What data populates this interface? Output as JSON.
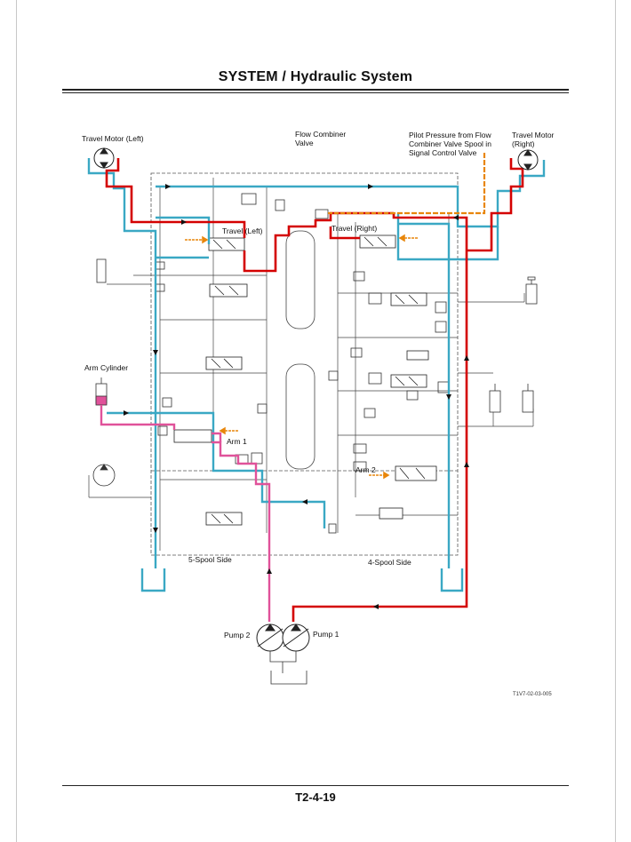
{
  "header": {
    "title": "SYSTEM / Hydraulic System"
  },
  "footer": {
    "page_number": "T2-4-19",
    "figure_code": "T1V7-02-03-005"
  },
  "colors": {
    "pump1_line": "#d40000",
    "pump2_line": "#e0529a",
    "return_line": "#3aa8c4",
    "pilot_line": "#e8860b",
    "component_line": "#333333"
  },
  "labels": {
    "travel_motor_left": "Travel Motor (Left)",
    "flow_combiner_line1": "Flow Combiner",
    "flow_combiner_line2": "Valve",
    "pilot_line1": "Pilot Pressure from Flow",
    "pilot_line2": "Combiner Valve Spool in",
    "pilot_line3": "Signal Control Valve",
    "travel_motor_right_line1": "Travel Motor",
    "travel_motor_right_line2": "(Right)",
    "travel_left": "Travel (Left)",
    "travel_right": "Travel (Right)",
    "arm_cylinder": "Arm Cylinder",
    "arm1": "Arm 1",
    "arm2": "Arm 2",
    "five_spool_side": "5-Spool Side",
    "four_spool_side": "4-Spool Side",
    "pump1": "Pump 1",
    "pump2": "Pump 2"
  }
}
